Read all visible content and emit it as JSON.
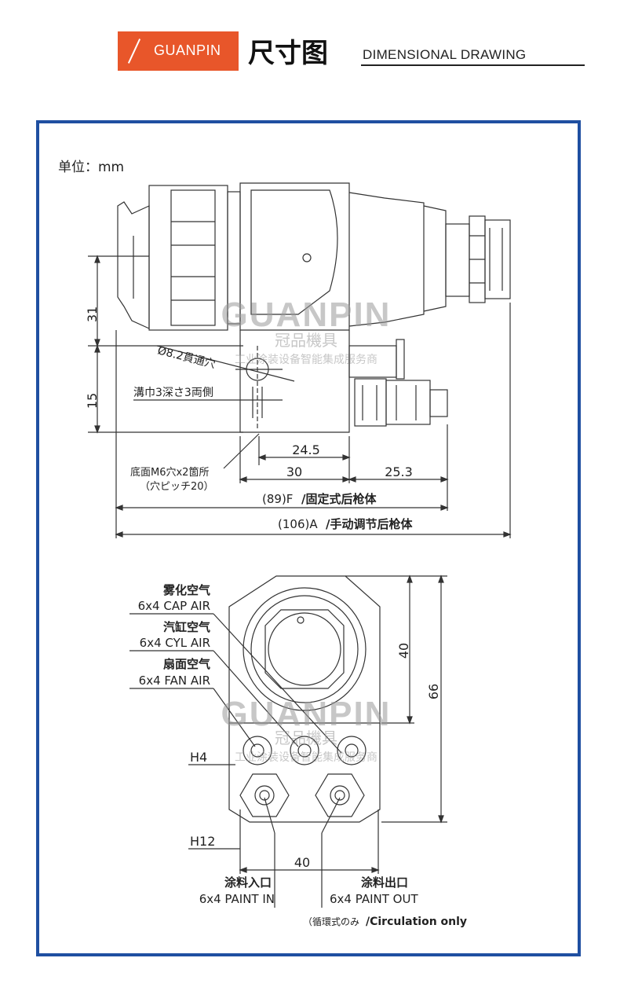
{
  "header": {
    "brand": "GUANPIN",
    "title_cn": "尺寸图",
    "title_en": "DIMENSIONAL DRAWING"
  },
  "drawing1": {
    "unit": "单位：mm",
    "hole_note": "Ø8.2貫通穴",
    "groove_note": "溝巾3深さ3両側",
    "bottom_note": "底面M6穴x2箇所",
    "pitch_note": "（穴ピッチ20）",
    "dim_31": "31",
    "dim_15": "15",
    "dim_24_5": "24.5",
    "dim_30": "30",
    "dim_25_3": "25.3",
    "dim_89": "(89)F",
    "dim_89_desc": "/固定式后枪体",
    "dim_106": "(106)A",
    "dim_106_desc": "/手动调节后枪体"
  },
  "drawing2": {
    "cap_air_cn": "雾化空气",
    "cap_air_en": "6x4 CAP AIR",
    "cyl_air_cn": "汽缸空气",
    "cyl_air_en": "6x4 CYL AIR",
    "fan_air_cn": "扇面空气",
    "fan_air_en": "6x4 FAN AIR",
    "h4": "H4",
    "h12": "H12",
    "dim_40_v": "40",
    "dim_66": "66",
    "dim_40_h": "40",
    "paint_in_cn": "涂料入口",
    "paint_in_en": "6x4 PAINT IN",
    "paint_out_cn": "涂料出口",
    "paint_out_en": "6x4 PAINT OUT",
    "circulation_jp": "（循環式のみ",
    "circulation_en": "/Circulation only"
  },
  "watermark": {
    "logo": "GUANPIN",
    "logo_cn": "冠品機具",
    "tagline": "工业涂装设备智能集成服务商"
  },
  "colors": {
    "brand_orange": "#e8562a",
    "frame_blue": "#1f4fa1",
    "line": "#333333"
  }
}
